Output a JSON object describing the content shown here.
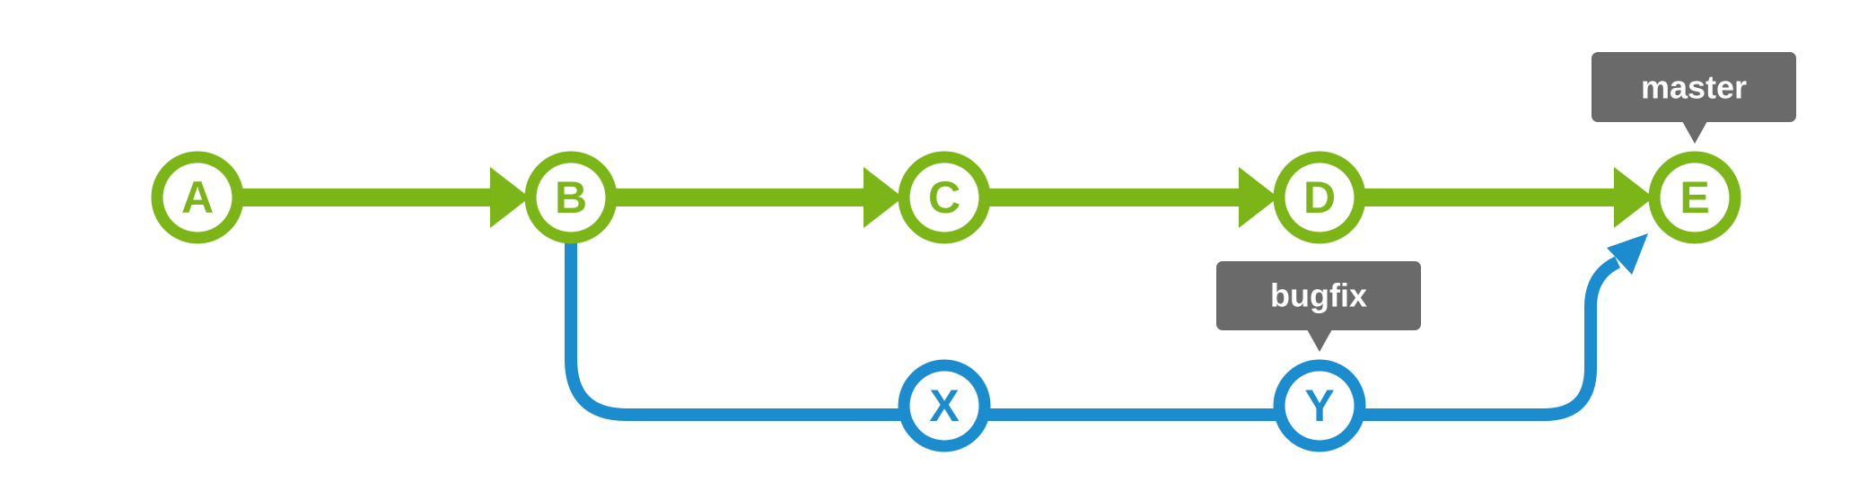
{
  "colors": {
    "master_branch": "#7cb518",
    "bugfix_branch": "#1b8ccd",
    "tag_background": "#6a6a6a",
    "tag_text": "#ffffff",
    "commit_fill": "#ffffff"
  },
  "commits": {
    "A": "A",
    "B": "B",
    "C": "C",
    "D": "D",
    "E": "E",
    "X": "X",
    "Y": "Y"
  },
  "tags": {
    "master": "master",
    "bugfix": "bugfix"
  }
}
